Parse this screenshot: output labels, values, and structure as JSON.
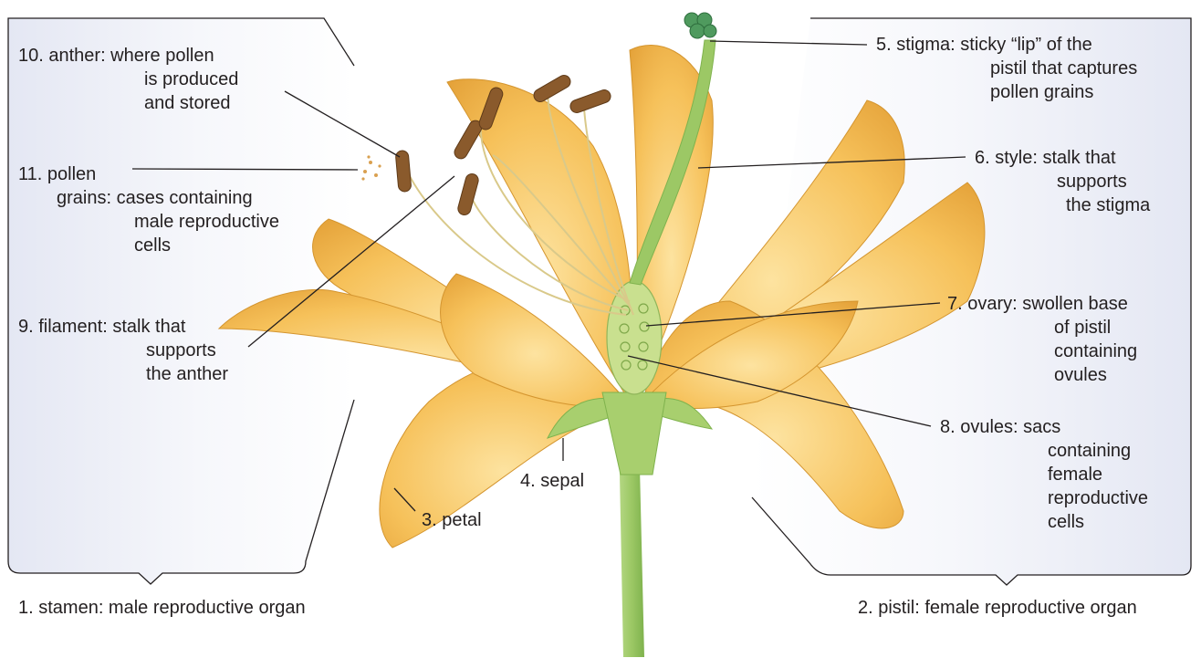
{
  "labels": {
    "stamen": [
      "1. stamen: male reproductive organ"
    ],
    "pistil": [
      "2. pistil: female reproductive organ"
    ],
    "petal": [
      "3. petal"
    ],
    "sepal": [
      "4. sepal"
    ],
    "stigma": [
      "5. stigma: sticky “lip” of the",
      "pistil that captures",
      "pollen grains"
    ],
    "style": [
      "6. style: stalk that",
      "supports",
      "the stigma"
    ],
    "ovary": [
      "7. ovary: swollen base",
      "of pistil",
      "containing",
      "ovules"
    ],
    "ovules": [
      "8. ovules: sacs",
      "containing",
      "female",
      "reproductive",
      "cells"
    ],
    "filament": [
      "9. filament: stalk that",
      "supports",
      "the anther"
    ],
    "anther": [
      "10. anther: where pollen",
      "is produced",
      "and stored"
    ],
    "pollen": [
      "11. pollen",
      "grains: cases containing",
      "male reproductive",
      "cells"
    ]
  },
  "colors": {
    "petal": "#f6c15a",
    "petal_dark": "#d98f2a",
    "petal_light": "#fde3a0",
    "sepal": "#a8cf6e",
    "stem": "#9cc865",
    "anther": "#8a5a2c",
    "stigma": "#4f9a5e",
    "line": "#231f20",
    "panel": "#eceef7"
  }
}
